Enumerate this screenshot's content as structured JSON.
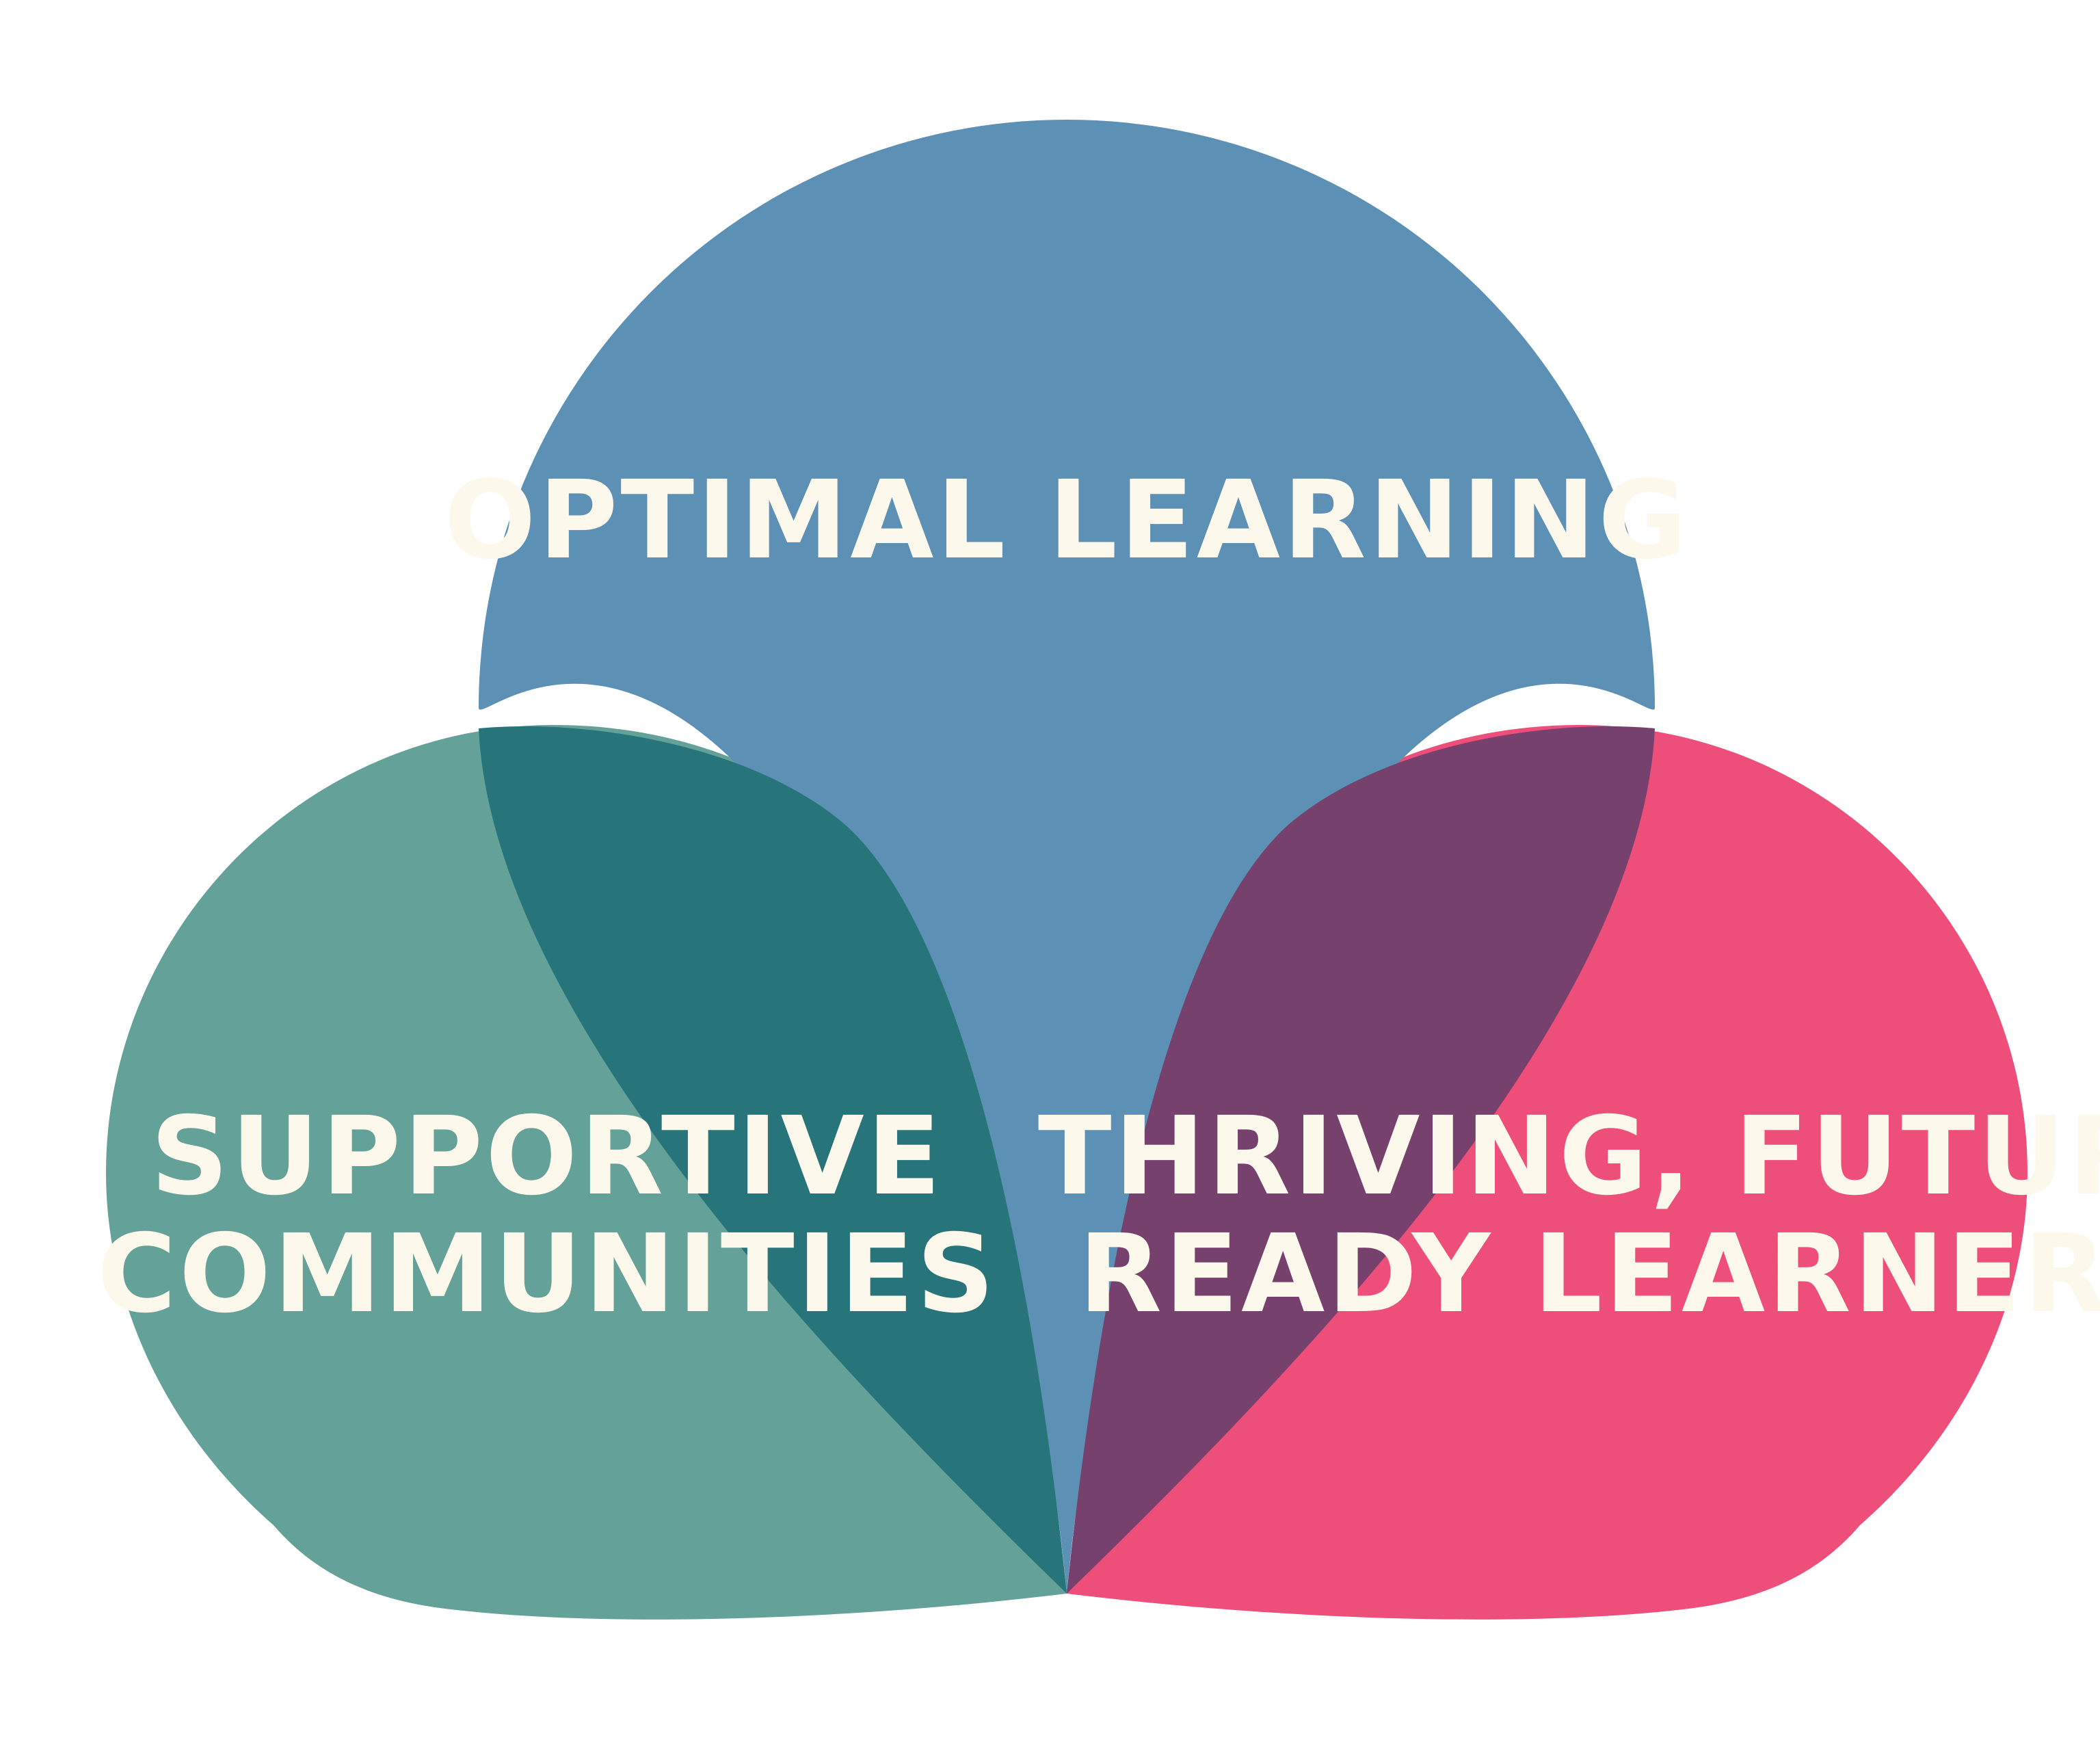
{
  "diagram": {
    "petals": [
      {
        "key": "top",
        "label_lines": [
          "OPTIMAL LEARNING"
        ]
      },
      {
        "key": "left",
        "label_lines": [
          "SUPPORTIVE",
          "COMMUNITIES"
        ]
      },
      {
        "key": "right",
        "label_lines": [
          "THRIVING, FUTURE",
          "READY LEARNERS"
        ]
      }
    ],
    "colors": {
      "background": "#ffffff",
      "top_petal": "#5c90b5",
      "left_petal": "#64a199",
      "right_petal": "#ee4e7a",
      "overlap_top_left": "#27757b",
      "overlap_top_right": "#77416d",
      "label_text": "#fdf8ec"
    }
  }
}
